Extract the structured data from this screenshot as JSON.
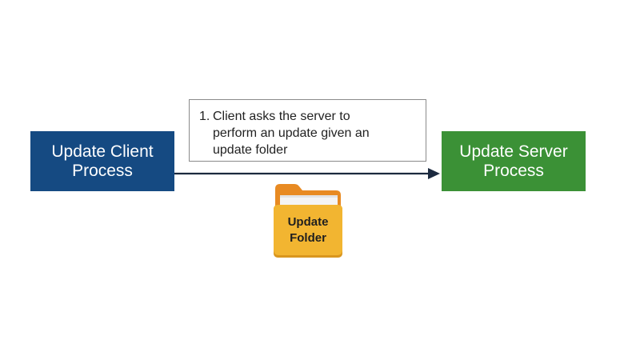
{
  "diagram": {
    "client_box": {
      "label": "Update Client\nProcess",
      "color": "#154a82"
    },
    "server_box": {
      "label": "Update Server\nProcess",
      "color": "#3b9136"
    },
    "step": {
      "number": "1.",
      "text": "Client asks the server to\nperform an update given an\nupdate folder"
    },
    "folder": {
      "label": "Update\nFolder",
      "icon": "folder-icon",
      "color": "#f2b531"
    },
    "arrow": {
      "color": "#1c2a3f"
    }
  }
}
